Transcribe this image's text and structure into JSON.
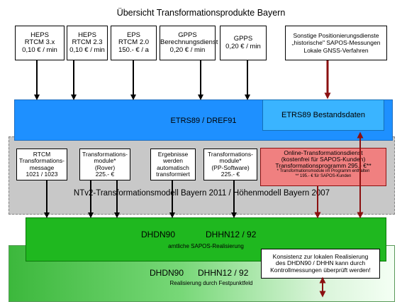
{
  "title": "Übersicht Transformationsprodukte Bayern",
  "top_boxes": [
    {
      "l1": "HEPS",
      "l2": "RTCM 3.x",
      "l3": "0,10 € / min"
    },
    {
      "l1": "HEPS",
      "l2": "RTCM 2.3",
      "l3": "0,10 € / min"
    },
    {
      "l1": "EPS",
      "l2": "RTCM 2.0",
      "l3": "150.- € / a"
    },
    {
      "l1": "GPPS",
      "l2": "Berechnungsdienst",
      "l3": "0,20 € / min"
    },
    {
      "l1": "GPPS",
      "l2": "0,20 € / min",
      "l3": ""
    },
    {
      "l1": "Sonstige Positionierungsdienste",
      "l2": "„historische\" SAPOS-Messungen",
      "l3": "Lokale GNSS-Verfahren"
    }
  ],
  "blue_band": {
    "label": "ETRS89 / DREF91",
    "bestand": "ETRS89 Bestandsdaten"
  },
  "mid_boxes": [
    {
      "l1": "RTCM",
      "l2": "Transformations-",
      "l3": "message",
      "l4": "1021 / 1023"
    },
    {
      "l1": "Transformations-",
      "l2": "module*",
      "l3": "(Rover)",
      "l4": "225.- €"
    },
    {
      "l1": "Ergebnisse",
      "l2": "werden",
      "l3": "automatisch",
      "l4": "transformiert"
    },
    {
      "l1": "Transformations-",
      "l2": "module*",
      "l3": "(PP-Software)",
      "l4": "225.- €"
    }
  ],
  "online": {
    "l1": "Online-Transformationsdienst",
    "l2": "(kostenfrei für SAPOS-Kunden)",
    "l3": "Transformationsprogramm 295.- €**",
    "n1": "* Transformationsmodule im Programm enthalten",
    "n2": "** 195.- € für SAPOS-Kunden"
  },
  "ntv2": "NTv2-Transformationsmodell Bayern 2011 / Höhenmodell Bayern 2007",
  "dark_green": {
    "l1": "DHDN90",
    "l2": "DHHN12 / 92",
    "sub": "amtliche SAPOS-Realisierung"
  },
  "light_green": {
    "l1": "DHDN90",
    "l2": "DHHN12 / 92",
    "sub": "Realisierung durch Festpunktfeld"
  },
  "konsistenz": {
    "l1": "Konsistenz zur lokalen Realisierung",
    "l2": "des DHDN90 / DHHN kann durch",
    "l3": "Kontrollmessungen überprüft werden!"
  },
  "colors": {
    "blue": "#1e90ff",
    "light_blue": "#3ab4ff",
    "grey": "#c8c8c8",
    "online": "#f08080",
    "dark_green": "#1fb81f",
    "dark_red_arrow": "#8b1010"
  }
}
